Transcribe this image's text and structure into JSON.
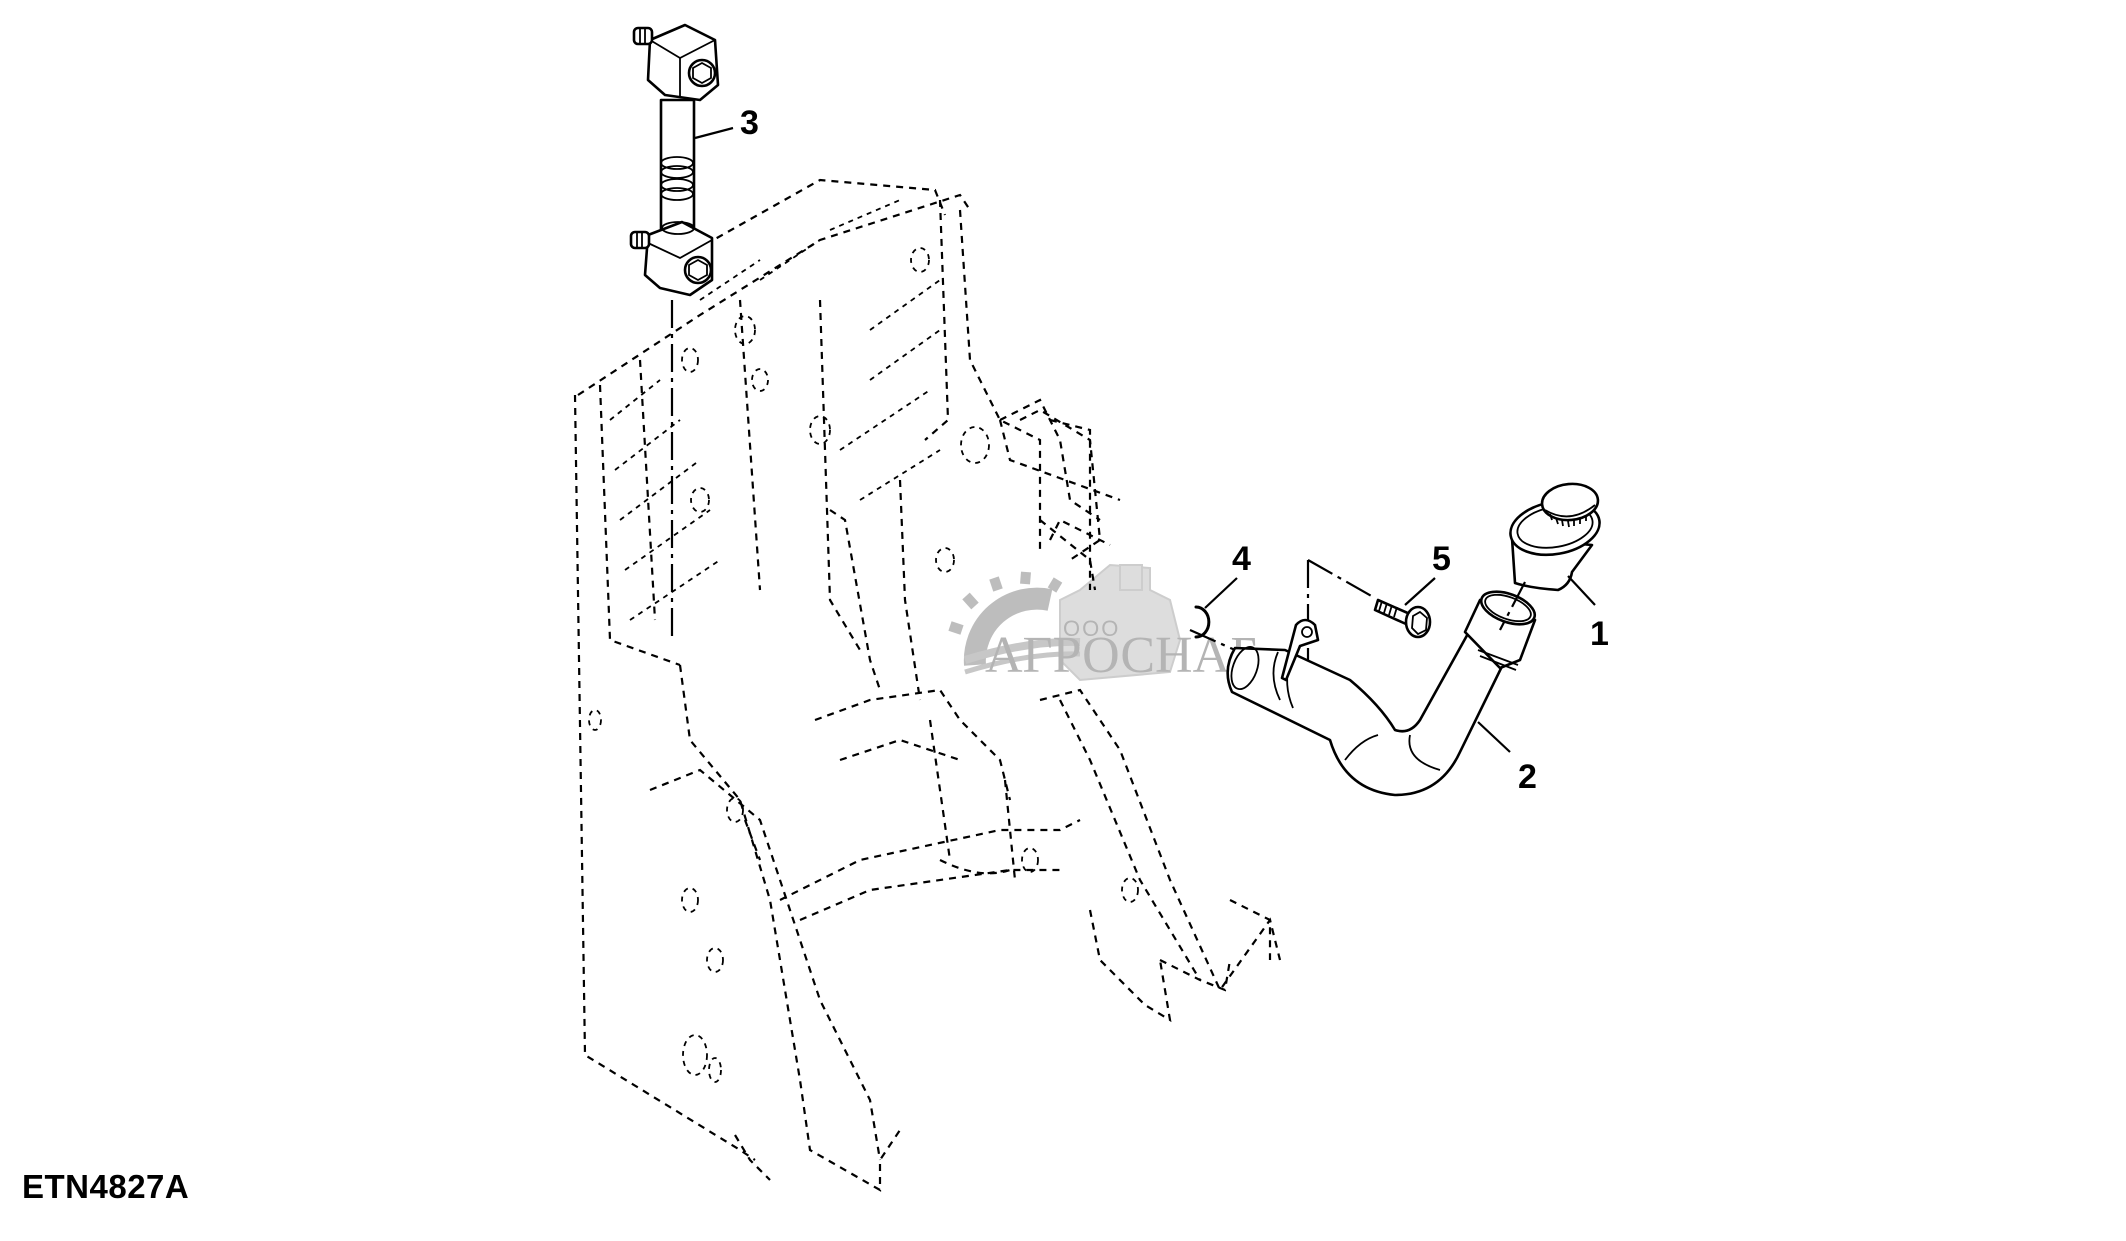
{
  "figure": {
    "id": "ETN4827A",
    "type": "exploded parts diagram"
  },
  "callouts": [
    {
      "number": "1",
      "part": "filler-cap"
    },
    {
      "number": "2",
      "part": "filler-hose"
    },
    {
      "number": "3",
      "part": "sight-gauge"
    },
    {
      "number": "4",
      "part": "o-ring"
    },
    {
      "number": "5",
      "part": "cap-screw"
    }
  ],
  "watermark": {
    "prefix": "ООО",
    "name": "АГРОСНАБ",
    "color": "#9b9b9b"
  },
  "colors": {
    "line": "#000000",
    "background": "#ffffff"
  }
}
